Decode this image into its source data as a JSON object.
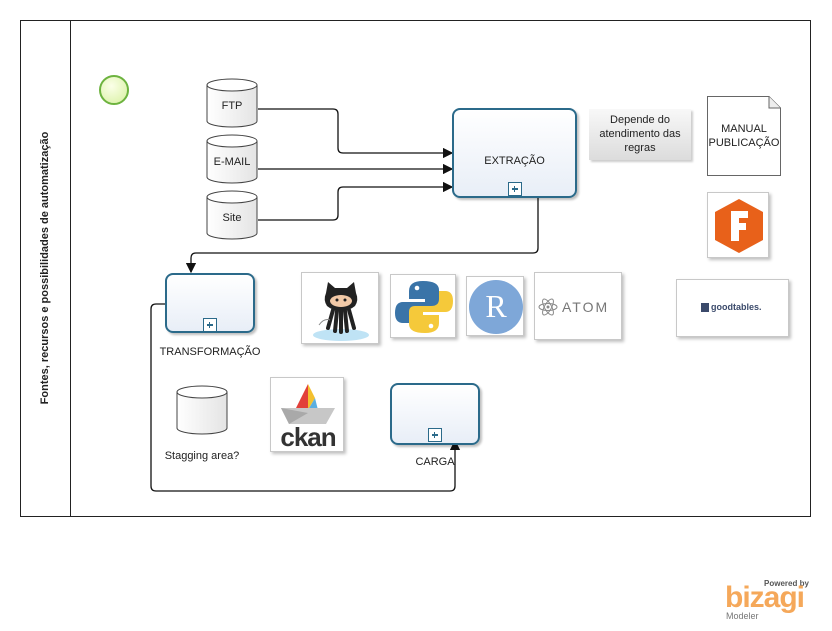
{
  "pool": {
    "label": "Fontes, recursos e possibilidades de automatização"
  },
  "data_stores": [
    {
      "label": "FTP"
    },
    {
      "label": "E-MAIL"
    },
    {
      "label": "Site"
    },
    {
      "label": "Stagging area?"
    }
  ],
  "tasks": {
    "extracao": "EXTRAÇÃO",
    "transformacao": "TRANSFORMAÇÃO",
    "carga": "CARGA"
  },
  "annotation": "Depende do atendimento das regras",
  "document": "MANUAL PUBLICAÇÃO",
  "logos": {
    "ckan": "ckan",
    "atom": "ATOM",
    "r": "R",
    "goodtables": "goodtables.",
    "frictionless": "F"
  },
  "branding": {
    "powered_by": "Powered by",
    "name": "bizagi",
    "product": "Modeler"
  },
  "colors": {
    "task_border": "#2b6a8a",
    "start_event": "#6db33f",
    "frictionless": "#e8611a",
    "bizagi": "#f5a85a"
  }
}
